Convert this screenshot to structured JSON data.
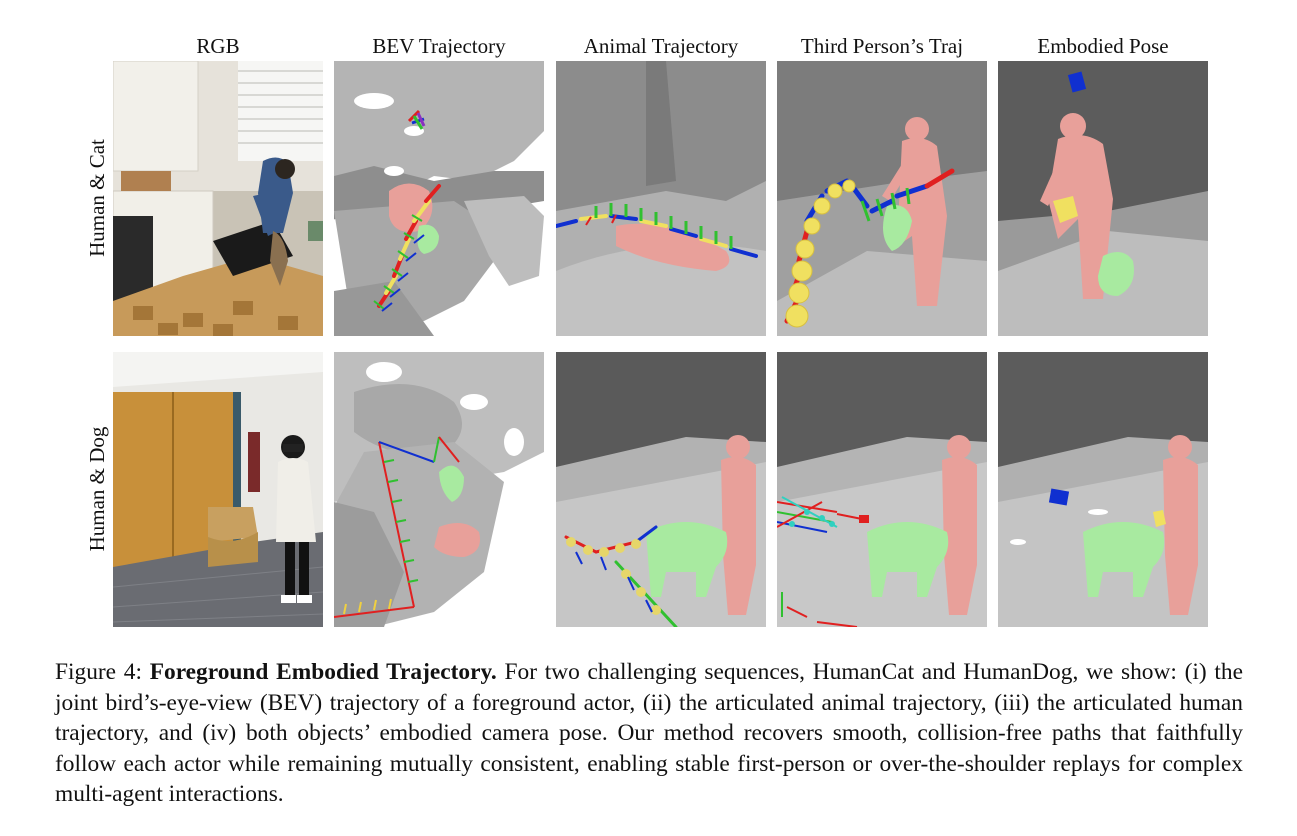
{
  "figure": {
    "columns": [
      "RGB",
      "BEV Trajectory",
      "Animal Trajectory",
      "Third Person’s Traj",
      "Embodied Pose"
    ],
    "rows": [
      "Human & Cat",
      "Human & Dog"
    ],
    "caption": {
      "label": "Figure 4:",
      "title": "Foreground Embodied Trajectory.",
      "body": "For two challenging sequences, HumanCat and HumanDog, we show: (i) the joint bird’s-eye-view (BEV) trajectory of a foreground actor, (ii) the articulated animal trajectory, (iii) the articulated human trajectory, and (iv) both objects’ embodied camera pose.  Our method recovers smooth, collision-free paths that faithfully follow each actor while remaining mutually consistent, enabling stable first-person or over-the-shoulder replays for complex multi-agent interactions."
    }
  },
  "colors": {
    "human_mesh": "#e8a09a",
    "animal_mesh": "#a8eaa0",
    "axis_red": "#e02020",
    "axis_green": "#30c030",
    "axis_blue": "#1030d0",
    "axis_yellow": "#f0e060",
    "scene_gray": "#a6a6a6"
  }
}
